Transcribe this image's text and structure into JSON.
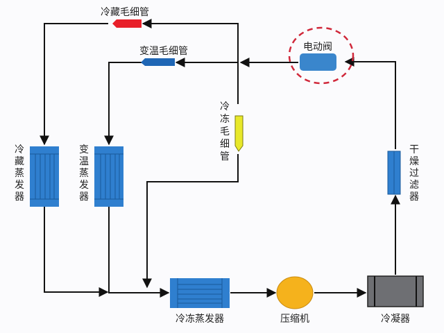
{
  "title": "Refrigerator refrigerant flow diagram",
  "components": {
    "cold_capillary": {
      "label": "冷藏毛细管",
      "color": "#e8202a"
    },
    "variable_capillary": {
      "label": "变温毛细管",
      "color": "#1f66b5"
    },
    "freezer_capillary": {
      "label": "冷冻毛细管",
      "color": "#e8e82a"
    },
    "electric_valve": {
      "label": "电动阀",
      "color": "#3a86cc",
      "highlight_color": "#d0283a"
    },
    "cold_evaporator": {
      "label": "冷藏蒸发器",
      "color": "#2f7fcf"
    },
    "variable_evaporator": {
      "label": "变温蒸发器",
      "color": "#2f7fcf"
    },
    "freezer_evaporator": {
      "label": "冷冻蒸发器",
      "color": "#2f7fcf"
    },
    "compressor": {
      "label": "压缩机",
      "color": "#f5b21c"
    },
    "condenser": {
      "label": "冷凝器",
      "color": "#6e6f73"
    },
    "dryer_filter": {
      "label": "干燥过滤器",
      "color": "#2f7fcf"
    }
  }
}
